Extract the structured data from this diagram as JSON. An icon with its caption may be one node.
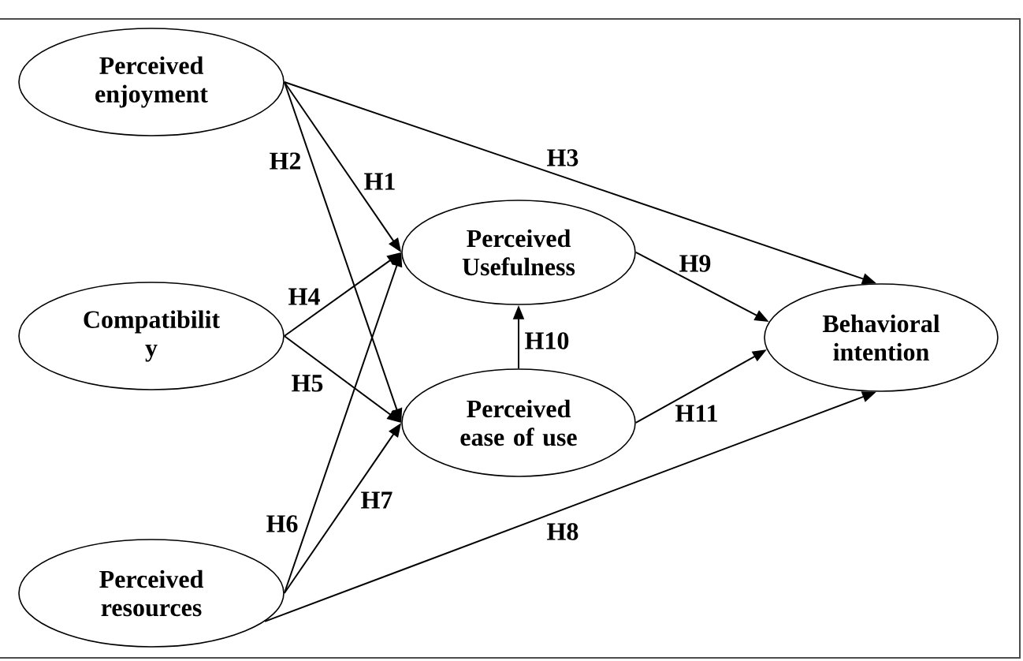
{
  "diagram": {
    "nodes": [
      {
        "text": [
          "Perceived enjoyment"
        ]
      },
      {
        "text": [
          "Compatibilit y"
        ]
      },
      {
        "text": [
          "Perceived resources"
        ]
      },
      {
        "text": [
          "Perceived Usefulness"
        ]
      },
      {
        "text": [
          "Perceived ease of use"
        ]
      },
      {
        "text": [
          "Behavioral intention"
        ]
      }
    ],
    "edges": [
      {
        "from": 0,
        "to": 3,
        "arrow": "to",
        "label": "H1"
      },
      {
        "from": 0,
        "to": 4,
        "arrow": "to",
        "label": "H2"
      },
      {
        "from": 0,
        "to": 5,
        "arrow": "to",
        "label": "H3"
      },
      {
        "from": 1,
        "to": 3,
        "arrow": "to",
        "label": "H4"
      },
      {
        "from": 1,
        "to": 4,
        "arrow": "to",
        "label": "H5"
      },
      {
        "from": 2,
        "to": 3,
        "arrow": "to",
        "label": "H6"
      },
      {
        "from": 2,
        "to": 4,
        "arrow": "to",
        "label": "H7"
      },
      {
        "from": 2,
        "to": 5,
        "arrow": "to",
        "label": "H8"
      },
      {
        "from": 3,
        "to": 5,
        "arrow": "to",
        "label": "H9"
      },
      {
        "from": 4,
        "to": 3,
        "arrow": "to",
        "label": "H10"
      },
      {
        "from": 4,
        "to": 5,
        "arrow": "to",
        "label": "H11"
      }
    ]
  }
}
